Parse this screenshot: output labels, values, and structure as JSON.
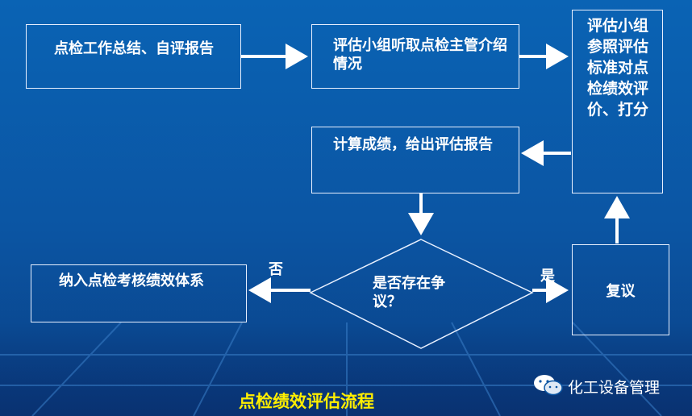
{
  "nodes": {
    "self_review": "点检工作总结、自评报告",
    "listen": "评估小组听取点检主管介绍情况",
    "evaluate": "评估小组参照评估标准对点检绩效评价、打分",
    "calculate": "计算成绩，给出评估报告",
    "decision": "是否存在争议？",
    "include": "纳入点检考核绩效体系",
    "review": "复议"
  },
  "edges": {
    "no": "否",
    "yes": "是"
  },
  "title": "点检绩效评估流程",
  "watermark": {
    "text": "化工设备管理",
    "icon": "wechat-icon"
  },
  "colors": {
    "background": "#0b55a3",
    "title": "#ffee00",
    "line": "#ffffff"
  }
}
